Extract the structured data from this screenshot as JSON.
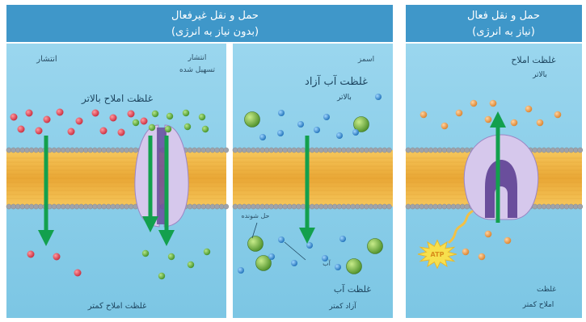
{
  "passive": {
    "title_line1": "حمل و نقل غیرفعال",
    "title_line2": "(بدون نیاز به انرژی)",
    "left": {
      "top_left": "انتشار",
      "top_right_1": "انتشار",
      "top_right_2": "تسهیل شده",
      "high_conc": "غلظت املاح بالاتر",
      "low_conc": "غلظت املاح کمتر"
    },
    "mid": {
      "top_label": "اسمز",
      "high_line1": "غلظت آب آزاد",
      "high_line2": "بالاتر",
      "solute_label": "حل شونده",
      "water_label": "آب",
      "low_line1": "غلظت آب",
      "low_line2": "آزاد کمتر"
    }
  },
  "active": {
    "title_line1": "حمل و نقل فعال",
    "title_line2": "(نیاز به انرژی)",
    "high_line1": "غلظت املاح",
    "high_line2": "بالاتر",
    "atp": "ATP",
    "low_line1": "غلظت",
    "low_line2": "املاح کمتر"
  },
  "colors": {
    "background": "#8ccfe8",
    "header": "#3f97c9",
    "lipid_tail": "#f2b84a",
    "lipid_head": "#9fa3aa",
    "arrow": "#13a04d",
    "protein": "#d6c8ec",
    "protein_core": "#6a4e9c",
    "red_molecule": "#e44b55",
    "green_molecule": "#6cb844",
    "blue_molecule": "#2f8fd1",
    "orange_molecule": "#f2a65a",
    "atp_star": "#f7e04d"
  }
}
